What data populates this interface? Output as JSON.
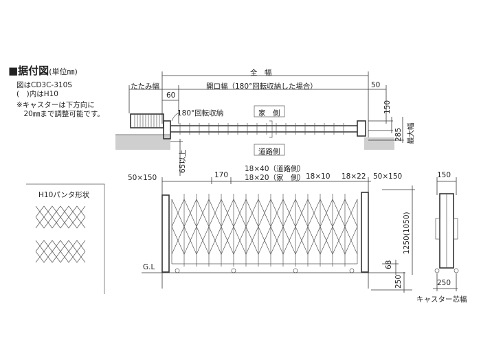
{
  "header": {
    "title": "■据付図",
    "unit": "(単位㎜)"
  },
  "notes": [
    "図はCD3C-310S",
    "(　)内はH10",
    "※キャスターは下方向に",
    "　20㎜まで調整可能です。"
  ],
  "plan_view": {
    "overall_width": "全　幅",
    "folded_width": "たたみ幅",
    "opening_width": "開口幅（180°回転収納した場合）",
    "dim_60": "60",
    "dim_50": "50",
    "rotate_label": "180°回転収納",
    "house_side": "家　側",
    "road_side": "道路側",
    "dim_150": "150",
    "dim_285": "285",
    "max_width": "最大幅",
    "min_65": "65以上"
  },
  "inset": {
    "title": "H10パンタ形状"
  },
  "front_view": {
    "dim_50x150_left": "50×150",
    "dim_170": "170",
    "dim_18x40": "18×40（道路側）",
    "dim_18x20": "18×20（家　側）",
    "dim_18x10": "18×10",
    "dim_18x22": "18×22",
    "dim_50x150_right": "50×150",
    "gl": "G.L",
    "height": "1250(1050)",
    "dim_68": "68",
    "dim_250": "250"
  },
  "side_view": {
    "dim_150": "150",
    "dim_250": "250",
    "caster_width": "キャスター芯幅"
  },
  "colors": {
    "line": "#333333",
    "ground": "#cfcfcf"
  }
}
